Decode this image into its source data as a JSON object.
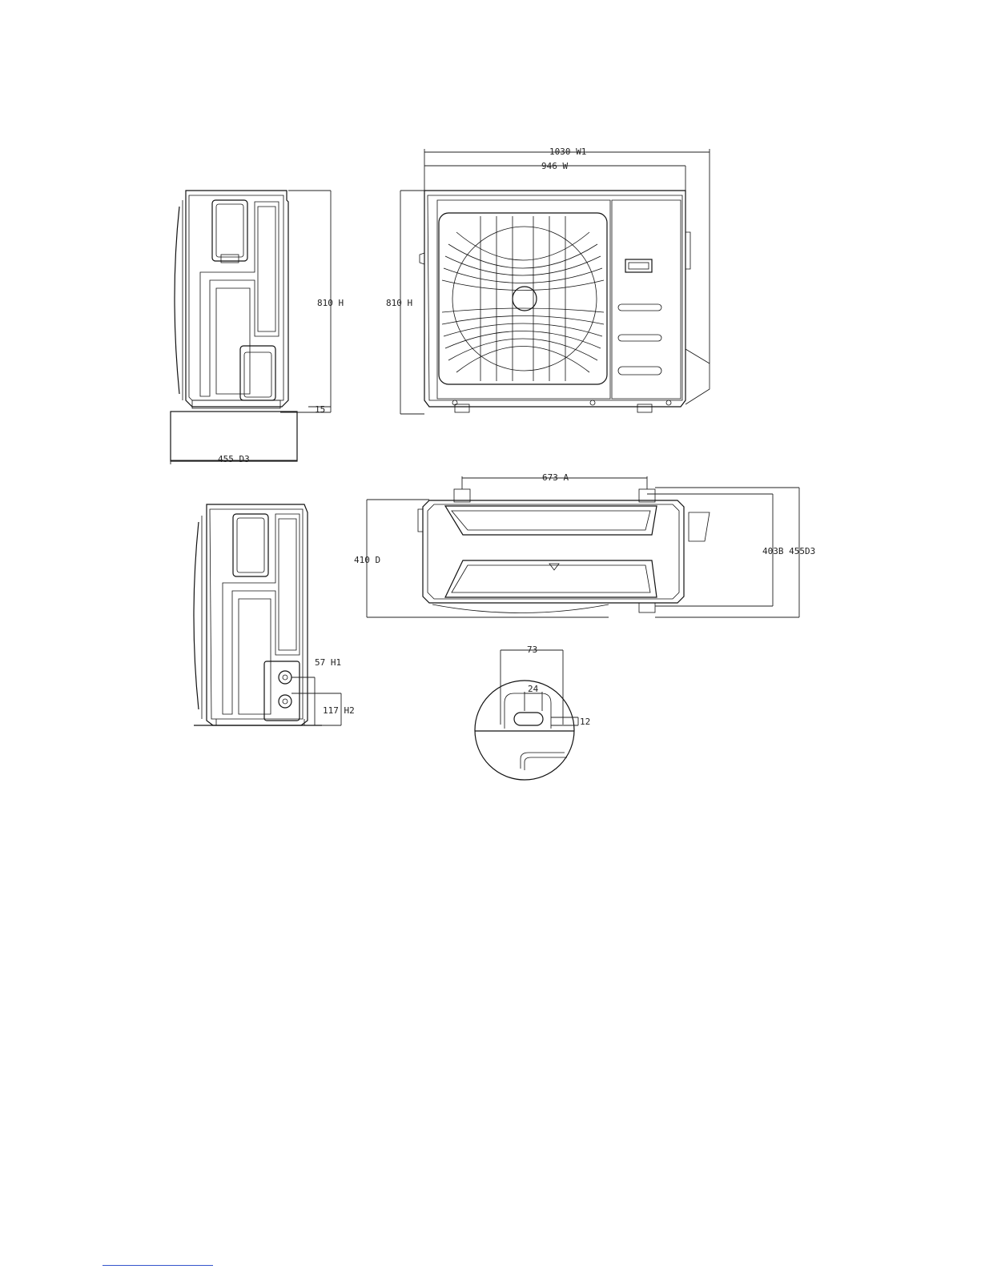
{
  "dimensions": {
    "side_height": "810 H",
    "front_height": "810 H",
    "leg_height": "15",
    "base_depth": "455 D3",
    "overall_width": "1030 W1",
    "body_width": "946 W",
    "mount_spacing": "673 A",
    "top_depth": "410 D",
    "right_depths": "403B 455D3",
    "valve_h1": "57 H1",
    "valve_h2": "117 H2",
    "detail_width": "73",
    "detail_slot": "24",
    "detail_offset": "12"
  }
}
